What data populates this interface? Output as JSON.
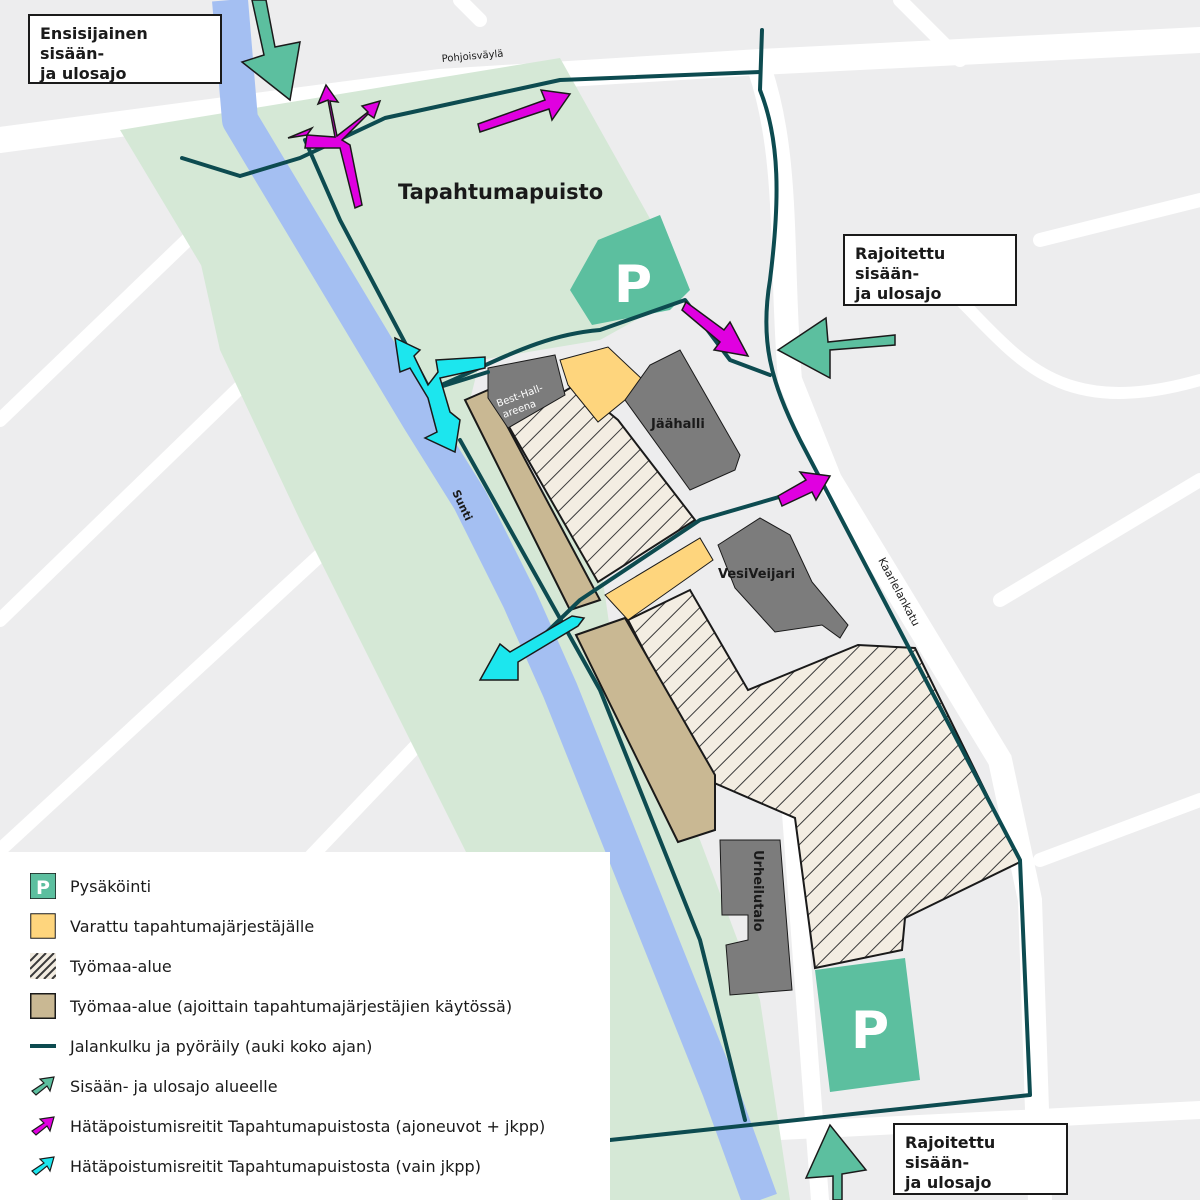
{
  "colors": {
    "background": "#ededee",
    "street": "#ffffff",
    "park": "#d5e8d6",
    "river": "#a4bff2",
    "parking": "#5cbf9f",
    "reserved": "#fed57d",
    "construction_hatch": "#3a3a3a",
    "construction_bg": "#f3ede2",
    "construction_shared": "#c9b893",
    "building": "#7c7c7c",
    "path": "#0d4b50",
    "entry_arrow": "#5cbf9f",
    "emergency_vehicle_arrow": "#e000e0",
    "emergency_foot_arrow": "#1ce6ee"
  },
  "callouts": {
    "primary_entry": "Ensisijainen sisään-\nja ulosajo",
    "restricted_east": "Rajoitettu sisään-\nja ulosajo",
    "restricted_south": "Rajoitettu sisään-\nja ulosajo"
  },
  "map_labels": {
    "park_name": "Tapahtumapuisto",
    "street_north": "Pohjoisväylä",
    "street_east": "Kaarlelankatu",
    "river": "Sunti",
    "building_ice_hall": "Jäähalli",
    "building_vesiveijari": "VesiVeijari",
    "building_urheilutalo": "Urheilutalo",
    "building_besthall_line1": "Best-Hall-",
    "building_besthall_line2": "areena",
    "parking_symbol": "P"
  },
  "legend": {
    "items": [
      {
        "icon": "parking-icon",
        "label": "Pysäköinti"
      },
      {
        "icon": "reserved-area-swatch",
        "label": "Varattu tapahtumajärjestäjälle"
      },
      {
        "icon": "construction-hatch-swatch",
        "label": "Työmaa-alue"
      },
      {
        "icon": "construction-shared-swatch",
        "label": "Työmaa-alue (ajoittain tapahtumajärjestäjien käytössä)"
      },
      {
        "icon": "path-line-swatch",
        "label": "Jalankulku ja pyöräily (auki koko ajan)"
      },
      {
        "icon": "entry-arrow-icon",
        "label": "Sisään- ja ulosajo alueelle"
      },
      {
        "icon": "emergency-vehicle-arrow-icon",
        "label": "Hätäpoistumisreitit Tapahtumapuistosta (ajoneuvot + jkpp)"
      },
      {
        "icon": "emergency-foot-arrow-icon",
        "label": "Hätäpoistumisreitit Tapahtumapuistosta (vain jkpp)"
      }
    ]
  }
}
